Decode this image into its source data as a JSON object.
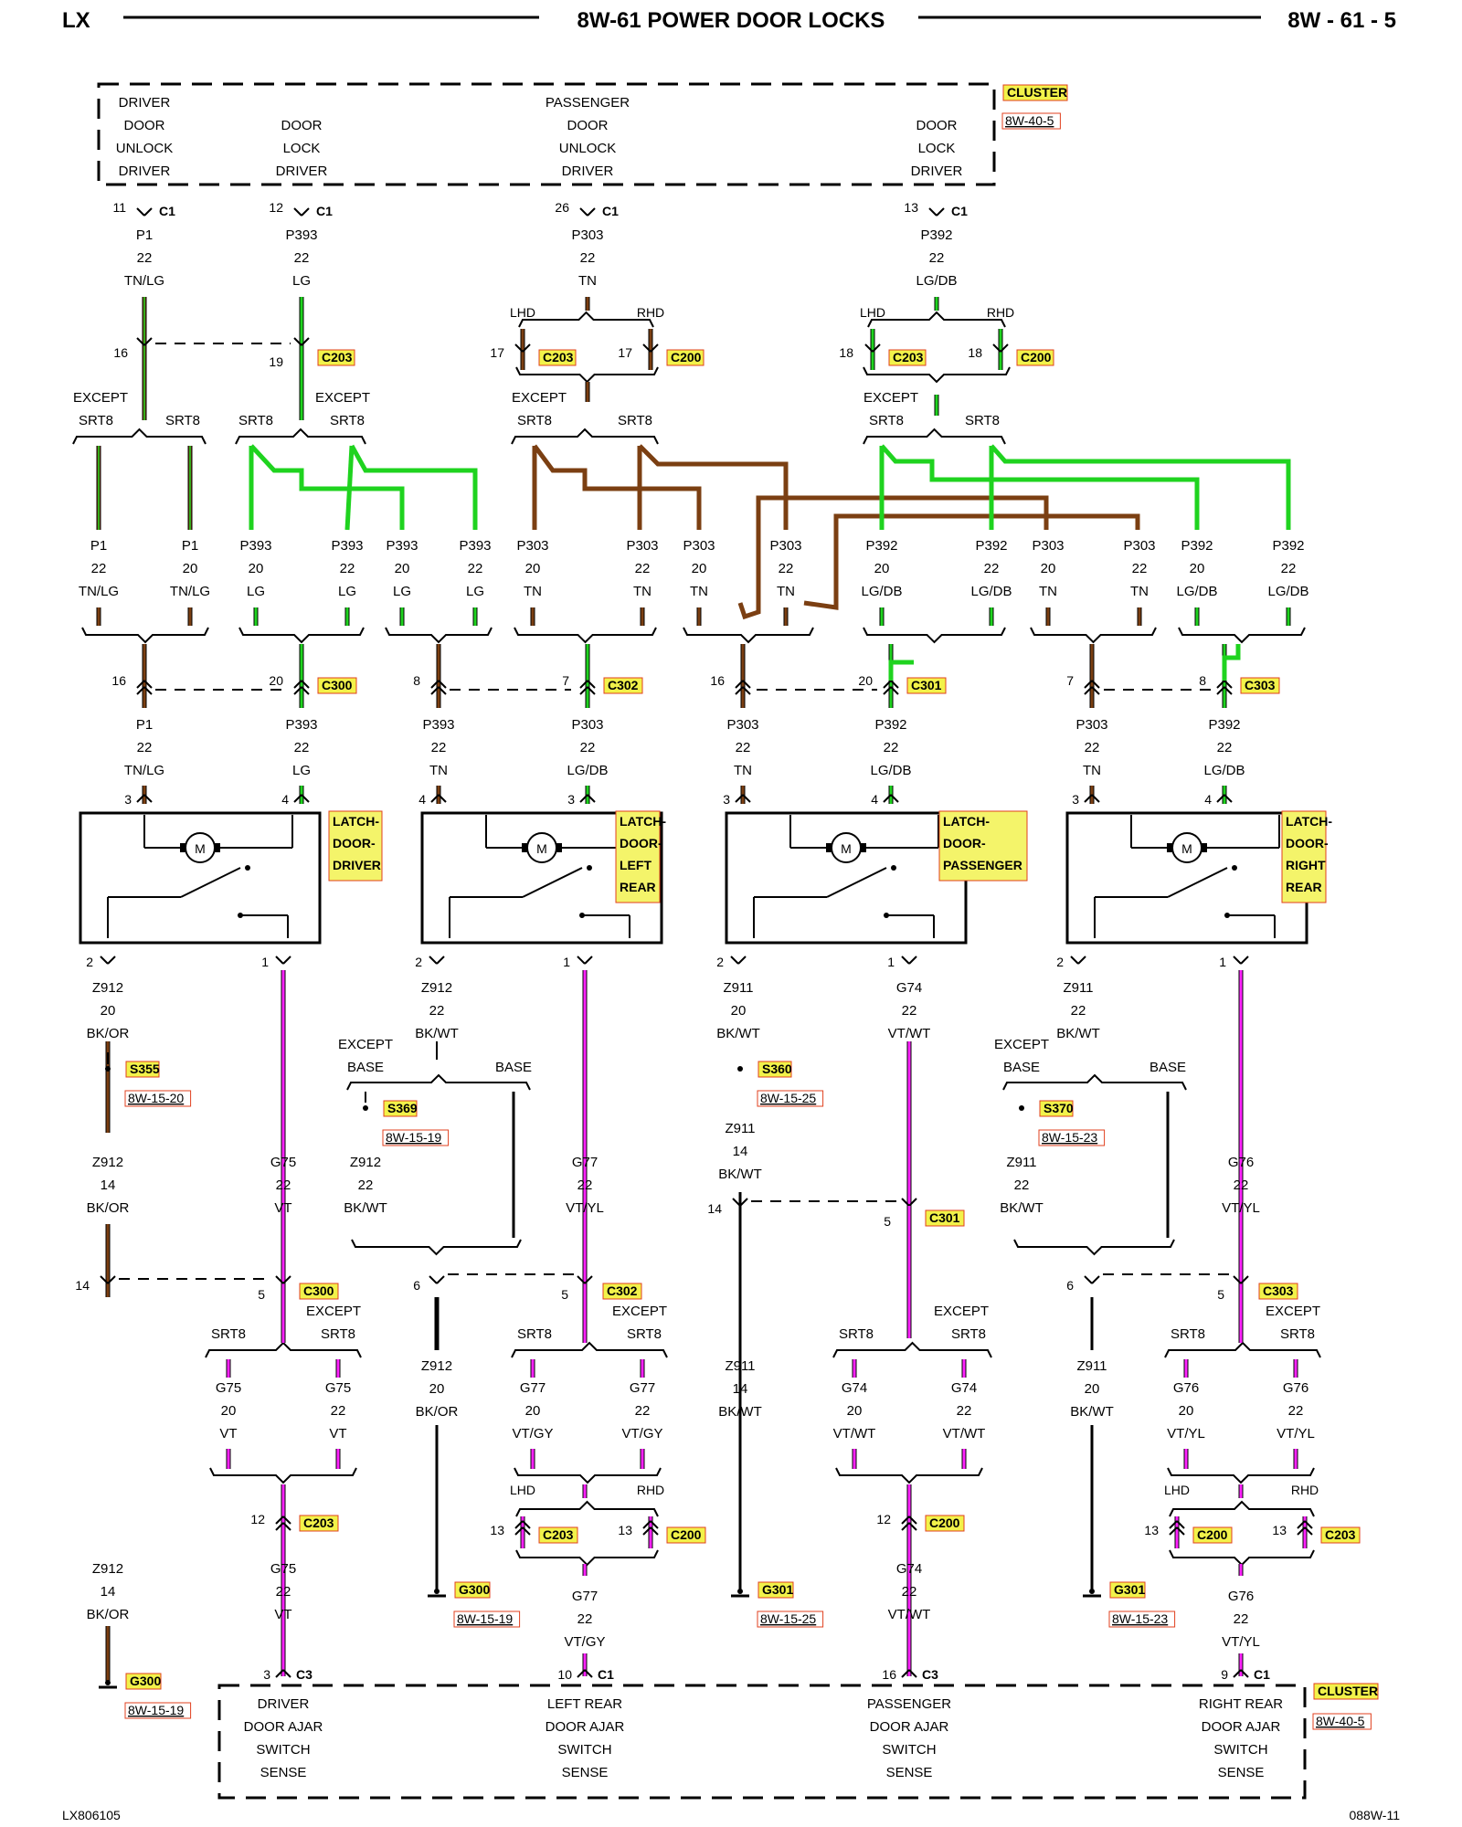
{
  "header": {
    "left": "LX",
    "title": "8W-61 POWER DOOR LOCKS",
    "right": "8W - 61 - 5"
  },
  "footer": {
    "left": "LX806105",
    "right": "088W-11"
  },
  "cluster_top": {
    "label": "CLUSTER",
    "ref": "8W-40-5",
    "functions": [
      [
        "DRIVER",
        "DOOR",
        "UNLOCK",
        "DRIVER"
      ],
      [
        "DOOR",
        "LOCK",
        "DRIVER"
      ],
      [
        "PASSENGER",
        "DOOR",
        "UNLOCK",
        "DRIVER"
      ],
      [
        "DOOR",
        "LOCK",
        "DRIVER"
      ]
    ]
  },
  "cluster_pins": [
    {
      "pin": "11",
      "conn": "C1",
      "circuit": "P1",
      "gauge": "22",
      "color": "TN/LG"
    },
    {
      "pin": "12",
      "conn": "C1",
      "circuit": "P393",
      "gauge": "22",
      "color": "LG"
    },
    {
      "pin": "26",
      "conn": "C1",
      "circuit": "P303",
      "gauge": "22",
      "color": "TN"
    },
    {
      "pin": "13",
      "conn": "C1",
      "circuit": "P392",
      "gauge": "22",
      "color": "LG/DB"
    }
  ],
  "upper_connectors": {
    "c203_p1": "16",
    "c203_p393": "19",
    "c203_name": "C203",
    "c200_name": "C200",
    "p303_lhd": "17",
    "p303_rhd": "17",
    "p392_lhd": "18",
    "p392_rhd": "18",
    "lhd": "LHD",
    "rhd": "RHD",
    "except": "EXCEPT",
    "srt8": "SRT8"
  },
  "mid_wires": [
    {
      "c": "P1",
      "g": "22",
      "col": "TN/LG"
    },
    {
      "c": "P1",
      "g": "20",
      "col": "TN/LG"
    },
    {
      "c": "P393",
      "g": "20",
      "col": "LG"
    },
    {
      "c": "P393",
      "g": "22",
      "col": "LG"
    },
    {
      "c": "P393",
      "g": "20",
      "col": "LG"
    },
    {
      "c": "P393",
      "g": "22",
      "col": "LG"
    },
    {
      "c": "P303",
      "g": "20",
      "col": "TN"
    },
    {
      "c": "P303",
      "g": "22",
      "col": "TN"
    },
    {
      "c": "P303",
      "g": "20",
      "col": "TN"
    },
    {
      "c": "P303",
      "g": "22",
      "col": "TN"
    },
    {
      "c": "P392",
      "g": "20",
      "col": "LG/DB"
    },
    {
      "c": "P392",
      "g": "22",
      "col": "LG/DB"
    },
    {
      "c": "P303",
      "g": "20",
      "col": "TN"
    },
    {
      "c": "P303",
      "g": "22",
      "col": "TN"
    },
    {
      "c": "P392",
      "g": "20",
      "col": "LG/DB"
    },
    {
      "c": "P392",
      "g": "22",
      "col": "LG/DB"
    }
  ],
  "row_connectors": [
    {
      "pin": "16",
      "name": ""
    },
    {
      "pin": "20",
      "name": "C300"
    },
    {
      "pin": "8",
      "name": ""
    },
    {
      "pin": "7",
      "name": "C302"
    },
    {
      "pin": "16",
      "name": ""
    },
    {
      "pin": "20",
      "name": "C301"
    },
    {
      "pin": "7",
      "name": ""
    },
    {
      "pin": "8",
      "name": "C303"
    }
  ],
  "latch_inputs": [
    {
      "c": "P1",
      "g": "22",
      "col": "TN/LG",
      "pin": "3"
    },
    {
      "c": "P393",
      "g": "22",
      "col": "LG",
      "pin": "4"
    },
    {
      "c": "P393",
      "g": "22",
      "col": "TN",
      "pin": "4"
    },
    {
      "c": "P303",
      "g": "22",
      "col": "LG/DB",
      "pin": "3"
    },
    {
      "c": "P303",
      "g": "22",
      "col": "TN",
      "pin": "3"
    },
    {
      "c": "P392",
      "g": "22",
      "col": "LG/DB",
      "pin": "4"
    },
    {
      "c": "P303",
      "g": "22",
      "col": "TN",
      "pin": "3"
    },
    {
      "c": "P392",
      "g": "22",
      "col": "LG/DB",
      "pin": "4"
    }
  ],
  "latches": [
    {
      "name": [
        "LATCH-",
        "DOOR-",
        "DRIVER"
      ]
    },
    {
      "name": [
        "LATCH-",
        "DOOR-",
        "LEFT",
        "REAR"
      ]
    },
    {
      "name": [
        "LATCH-",
        "DOOR-",
        "PASSENGER"
      ]
    },
    {
      "name": [
        "LATCH-",
        "DOOR-",
        "RIGHT",
        "REAR"
      ]
    }
  ],
  "motor_label": "M",
  "latch_outputs": [
    {
      "pin": "2",
      "c": "Z912",
      "g": "20",
      "col": "BK/OR"
    },
    {
      "pin": "1",
      "c": "",
      "g": "",
      "col": ""
    },
    {
      "pin": "2",
      "c": "Z912",
      "g": "22",
      "col": "BK/WT"
    },
    {
      "pin": "1",
      "c": "",
      "g": "",
      "col": ""
    },
    {
      "pin": "2",
      "c": "Z911",
      "g": "20",
      "col": "BK/WT"
    },
    {
      "pin": "1",
      "c": "G74",
      "g": "22",
      "col": "VT/WT"
    },
    {
      "pin": "2",
      "c": "Z911",
      "g": "22",
      "col": "BK/WT"
    },
    {
      "pin": "1",
      "c": "",
      "g": "",
      "col": ""
    }
  ],
  "splices": [
    {
      "name": "S355",
      "ref": "8W-15-20"
    },
    {
      "name": "S369",
      "ref": "8W-15-19"
    },
    {
      "name": "S360",
      "ref": "8W-15-25"
    },
    {
      "name": "S370",
      "ref": "8W-15-23"
    }
  ],
  "base": "BASE",
  "ground_wires": {
    "drv_a": {
      "c": "Z912",
      "g": "14",
      "col": "BK/OR"
    },
    "lr_a": {
      "c": "Z912",
      "g": "22",
      "col": "BK/WT"
    },
    "pass_a": {
      "c": "Z911",
      "g": "14",
      "col": "BK/WT"
    },
    "rr_a": {
      "c": "Z911",
      "g": "22",
      "col": "BK/WT"
    },
    "lr_b": {
      "c": "Z912",
      "g": "20",
      "col": "BK/OR"
    },
    "pass_b": {
      "c": "Z911",
      "g": "14",
      "col": "BK/WT"
    },
    "rr_b": {
      "c": "Z911",
      "g": "20",
      "col": "BK/WT"
    },
    "drv_b": {
      "c": "Z912",
      "g": "14",
      "col": "BK/OR"
    }
  },
  "sense_wires": {
    "g75": {
      "c": "G75",
      "g": "22",
      "col": "VT"
    },
    "g77": {
      "c": "G77",
      "g": "22",
      "col": "VT/YL"
    },
    "g76": {
      "c": "G76",
      "g": "22",
      "col": "VT/YL"
    },
    "g75a": {
      "c": "G75",
      "g": "20",
      "col": "VT"
    },
    "g75b": {
      "c": "G75",
      "g": "22",
      "col": "VT"
    },
    "g77a": {
      "c": "G77",
      "g": "20",
      "col": "VT/GY"
    },
    "g77b": {
      "c": "G77",
      "g": "22",
      "col": "VT/GY"
    },
    "g74a": {
      "c": "G74",
      "g": "20",
      "col": "VT/WT"
    },
    "g74b": {
      "c": "G74",
      "g": "22",
      "col": "VT/WT"
    },
    "g76a": {
      "c": "G76",
      "g": "20",
      "col": "VT/YL"
    },
    "g76b": {
      "c": "G76",
      "g": "22",
      "col": "VT/YL"
    },
    "g75c": {
      "c": "G75",
      "g": "22",
      "col": "VT"
    },
    "g77c": {
      "c": "G77",
      "g": "22",
      "col": "VT/GY"
    },
    "g74c": {
      "c": "G74",
      "g": "22",
      "col": "VT/WT"
    },
    "g76c": {
      "c": "G76",
      "g": "22",
      "col": "VT/YL"
    }
  },
  "lower_pins": {
    "p14a": "14",
    "p5a": "5",
    "c300": "C300",
    "p6a": "6",
    "p5b": "5",
    "c302": "C302",
    "p14b": "14",
    "p5c": "5",
    "c301": "C301",
    "p6b": "6",
    "p5d": "5",
    "c303": "C303",
    "p12a": "12",
    "c203": "C203",
    "p13a": "13",
    "p13b": "13",
    "c200": "C200",
    "p12b": "12",
    "p13c": "13",
    "p13d": "13"
  },
  "grounds": [
    {
      "name": "G300",
      "ref": "8W-15-19"
    },
    {
      "name": "G300",
      "ref": "8W-15-19"
    },
    {
      "name": "G301",
      "ref": "8W-15-25"
    },
    {
      "name": "G301",
      "ref": "8W-15-23"
    }
  ],
  "cluster_bottom": {
    "label": "CLUSTER",
    "ref": "8W-40-5",
    "pins": [
      {
        "pin": "3",
        "conn": "C3"
      },
      {
        "pin": "10",
        "conn": "C1"
      },
      {
        "pin": "16",
        "conn": "C3"
      },
      {
        "pin": "9",
        "conn": "C1"
      }
    ],
    "functions": [
      [
        "DRIVER",
        "DOOR AJAR",
        "SWITCH",
        "SENSE"
      ],
      [
        "LEFT REAR",
        "DOOR AJAR",
        "SWITCH",
        "SENSE"
      ],
      [
        "PASSENGER",
        "DOOR AJAR",
        "SWITCH",
        "SENSE"
      ],
      [
        "RIGHT REAR",
        "DOOR AJAR",
        "SWITCH",
        "SENSE"
      ]
    ]
  },
  "colors": {
    "tan": "#7b3f12",
    "green": "#1fd31f",
    "magenta": "#ff22ff",
    "black": "#000000",
    "tag": "#f2f24a",
    "tagedge": "#e0401f",
    "ref": "#1b1b8c"
  }
}
